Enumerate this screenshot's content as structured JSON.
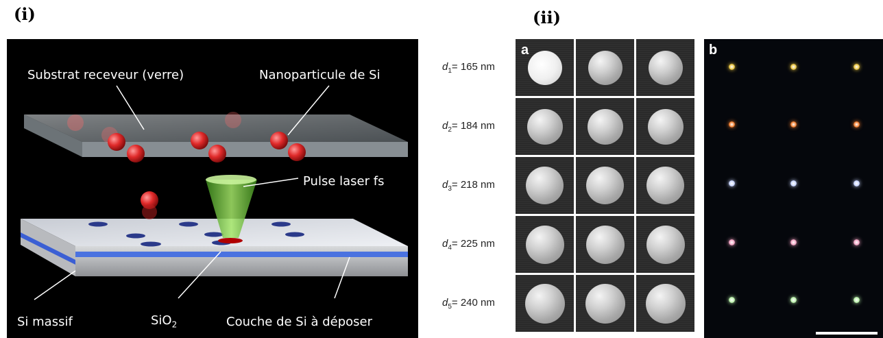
{
  "panels": {
    "left_label": "(i)",
    "right_label": "(ii)"
  },
  "diagram": {
    "substrate": "Substrat receveur (verre)",
    "nanoparticle": "Nanoparticule de Si",
    "laser": "Pulse laser fs",
    "bulk": "Si massif",
    "oxide_main": "SiO",
    "oxide_sub": "2",
    "layer": "Couche de Si à déposer"
  },
  "sem": {
    "letter": "a",
    "rows": [
      {
        "sym": "d",
        "idx": "1",
        "value": "= 165 nm",
        "size": 0.8
      },
      {
        "sym": "d",
        "idx": "2",
        "value": "= 184 nm",
        "size": 0.84
      },
      {
        "sym": "d",
        "idx": "3",
        "value": "= 218 nm",
        "size": 0.88
      },
      {
        "sym": "d",
        "idx": "4",
        "value": "= 225 nm",
        "size": 0.9
      },
      {
        "sym": "d",
        "idx": "5",
        "value": "= 240 nm",
        "size": 0.93
      }
    ]
  },
  "darkfield": {
    "letter": "b",
    "row_colors": [
      "#e8c23a",
      "#f07a2a",
      "#c8d4ff",
      "#f0a0c0",
      "#b8f0a8"
    ]
  }
}
